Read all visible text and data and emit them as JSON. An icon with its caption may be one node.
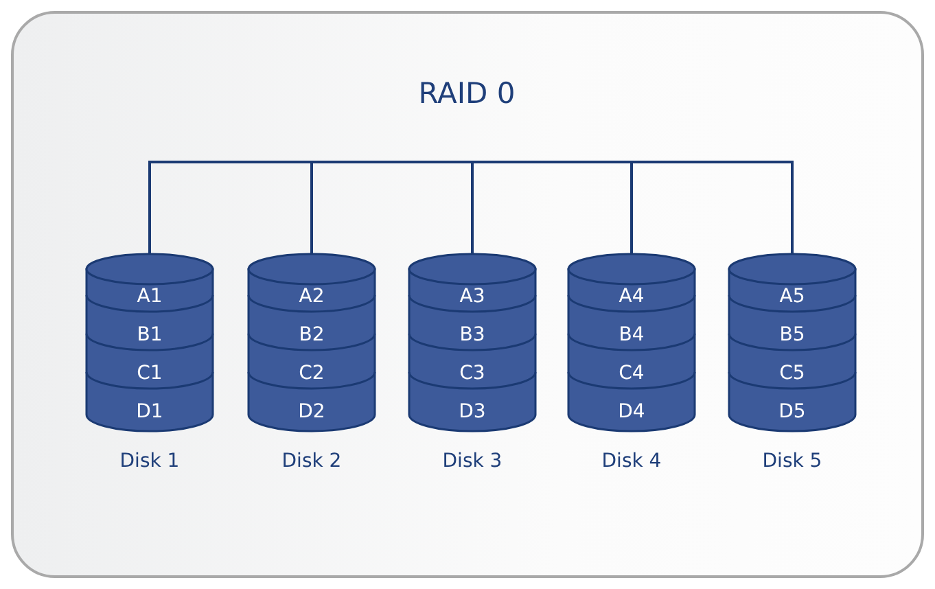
{
  "diagram": {
    "nodes": [
      {
        "text": [
          "RAID 0"
        ]
      },
      {
        "text": [
          "A1",
          "B1",
          "C1",
          "D1"
        ],
        "beside": [
          "Disk 1"
        ]
      },
      {
        "text": [
          "A2",
          "B2",
          "C2",
          "D2"
        ],
        "beside": [
          "Disk 2"
        ]
      },
      {
        "text": [
          "A3",
          "B3",
          "C3",
          "D3"
        ],
        "beside": [
          "Disk 3"
        ]
      },
      {
        "text": [
          "A4",
          "B4",
          "C4",
          "D4"
        ],
        "beside": [
          "Disk 4"
        ]
      },
      {
        "text": [
          "A5",
          "B5",
          "C5",
          "D5"
        ],
        "beside": [
          "Disk 5"
        ]
      }
    ],
    "edges": [
      {
        "from": 0,
        "to": 1,
        "arrow": "none"
      },
      {
        "from": 0,
        "to": 2,
        "arrow": "none"
      },
      {
        "from": 0,
        "to": 3,
        "arrow": "none"
      },
      {
        "from": 0,
        "to": 4,
        "arrow": "none"
      },
      {
        "from": 0,
        "to": 5,
        "arrow": "none"
      }
    ]
  }
}
